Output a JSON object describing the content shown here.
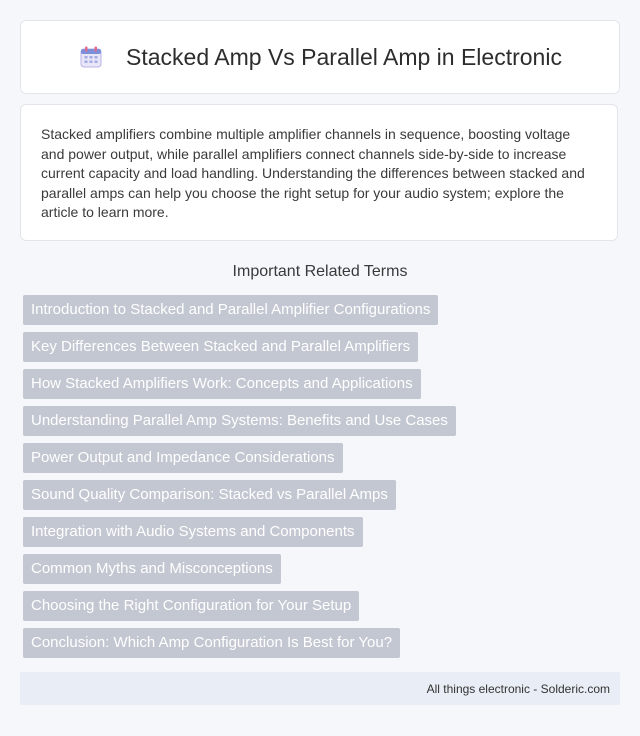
{
  "header": {
    "icon": "calendar-icon",
    "title": "Stacked Amp Vs Parallel Amp in Electronic"
  },
  "summary": {
    "text": "Stacked amplifiers combine multiple amplifier channels in sequence, boosting voltage and power output, while parallel amplifiers connect channels side-by-side to increase current capacity and load handling. Understanding the differences between stacked and parallel amps can help you choose the right setup for your audio system; explore the article to learn more."
  },
  "related": {
    "heading": "Important Related Terms",
    "items": [
      "Introduction to Stacked and Parallel Amplifier Configurations",
      "Key Differences Between Stacked and Parallel Amplifiers",
      "How Stacked Amplifiers Work: Concepts and Applications",
      "Understanding Parallel Amp Systems: Benefits and Use Cases",
      "Power Output and Impedance Considerations",
      "Sound Quality Comparison: Stacked vs Parallel Amps",
      "Integration with Audio Systems and Components",
      "Common Myths and Misconceptions",
      "Choosing the Right Configuration for Your Setup",
      "Conclusion: Which Amp Configuration Is Best for You?"
    ]
  },
  "footer": {
    "text": "All things electronic - Solderic.com"
  },
  "colors": {
    "page_background": "#f6f7fa",
    "term_background": "#c3c7d1",
    "footer_background": "#e9edf5"
  }
}
